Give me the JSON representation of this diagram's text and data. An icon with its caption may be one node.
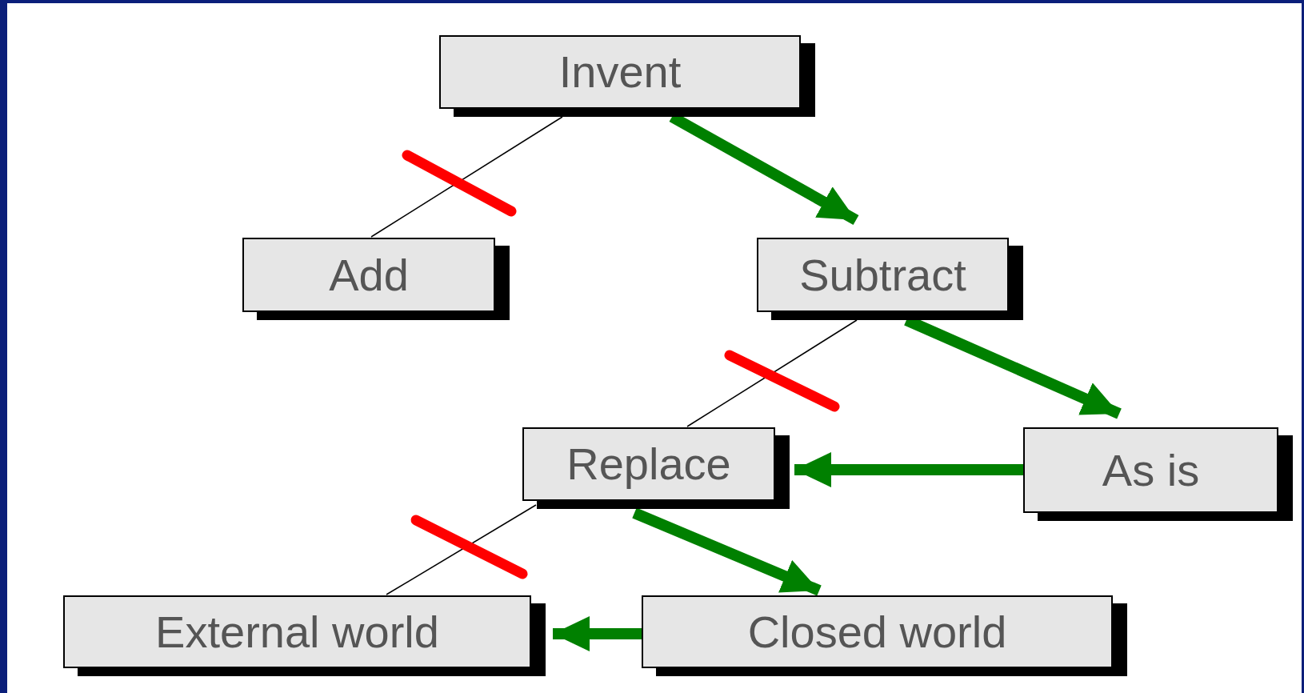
{
  "diagram": {
    "nodes": [
      {
        "text": [
          "Invent"
        ]
      },
      {
        "text": [
          "Add"
        ]
      },
      {
        "text": [
          "Subtract"
        ]
      },
      {
        "text": [
          "Replace"
        ]
      },
      {
        "text": [
          "As is"
        ]
      },
      {
        "text": [
          "External world"
        ]
      },
      {
        "text": [
          "Closed world"
        ]
      }
    ],
    "edges": [
      {
        "from": 0,
        "to": 1,
        "arrow": "none",
        "color": "#000000"
      },
      {
        "from": 0,
        "to": 2,
        "arrow": "to"
      },
      {
        "from": 2,
        "to": 3,
        "arrow": "none",
        "color": "#000000"
      },
      {
        "from": 2,
        "to": 4,
        "arrow": "to"
      },
      {
        "from": 4,
        "to": 3,
        "arrow": "to"
      },
      {
        "from": 3,
        "to": 5,
        "arrow": "none",
        "color": "#000000"
      },
      {
        "from": 3,
        "to": 6,
        "arrow": "to"
      },
      {
        "from": 6,
        "to": 5,
        "arrow": "to"
      }
    ]
  }
}
